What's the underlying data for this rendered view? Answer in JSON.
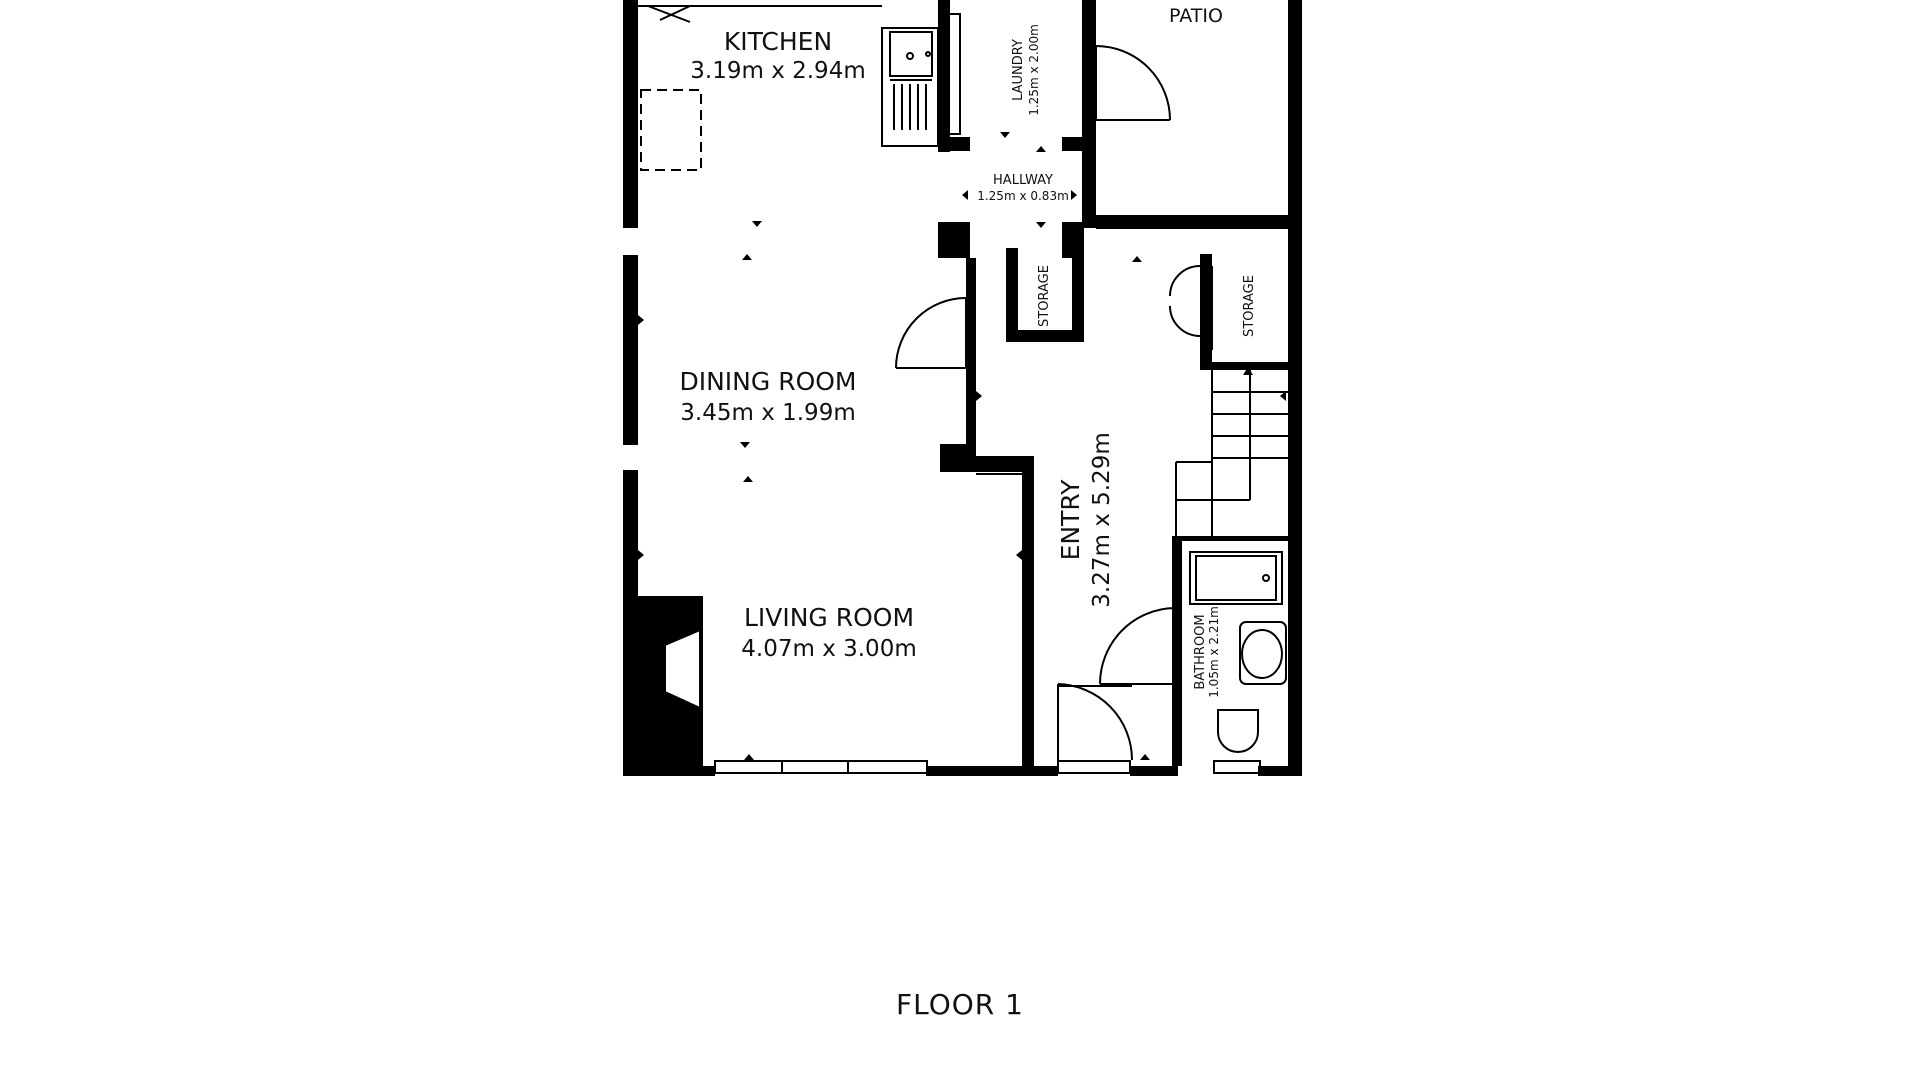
{
  "floor_label": "FLOOR 1",
  "rooms": {
    "kitchen": {
      "name": "KITCHEN",
      "dims": "3.19m x 2.94m"
    },
    "laundry": {
      "name": "LAUNDRY",
      "dims": "1.25m x 2.00m"
    },
    "patio": {
      "name": "PATIO"
    },
    "hallway": {
      "name": "HALLWAY",
      "dims": "1.25m x 0.83m"
    },
    "storage_center": {
      "name": "STORAGE"
    },
    "storage_right": {
      "name": "STORAGE"
    },
    "dining": {
      "name": "DINING ROOM",
      "dims": "3.45m x 1.99m"
    },
    "entry": {
      "name": "ENTRY",
      "dims": "3.27m x 5.29m"
    },
    "living": {
      "name": "LIVING ROOM",
      "dims": "4.07m x 3.00m"
    },
    "bathroom": {
      "name": "BATHROOM",
      "dims": "1.05m x 2.21m"
    }
  },
  "colors": {
    "wall": "#000000",
    "background": "#ffffff",
    "text": "#111111"
  }
}
